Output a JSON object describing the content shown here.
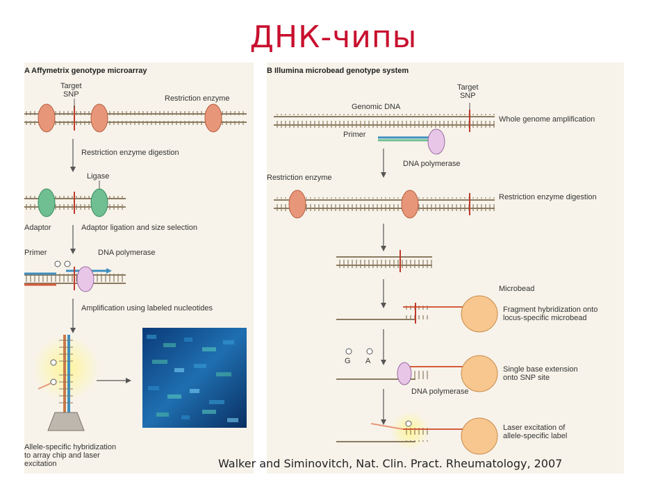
{
  "title": "ДНК-чипы",
  "panel_a": {
    "header": "A  Affymetrix genotype microarray",
    "target_snp": "Target\nSNP",
    "restriction_enzyme": "Restriction enzyme",
    "step_digestion": "Restriction enzyme digestion",
    "ligase": "Ligase",
    "adaptor": "Adaptor",
    "step_ligation": "Adaptor ligation and size selection",
    "primer": "Primer",
    "dna_polymerase": "DNA polymerase",
    "step_amplification": "Amplification using labeled nucleotides",
    "step_hybridization": "Allele-specific hybridization\nto array chip and laser\nexcitation"
  },
  "panel_b": {
    "header": "B  Illumina microbead genotype system",
    "target_snp": "Target\nSNP",
    "genomic_dna": "Genomic DNA",
    "step_wga": "Whole genome amplification",
    "primer": "Primer",
    "dna_polymerase_1": "DNA polymerase",
    "restriction_enzyme": "Restriction enzyme",
    "step_digestion": "Restriction enzyme digestion",
    "microbead": "Microbead",
    "step_fragment": "Fragment hybridization onto\nlocus-specific microbead",
    "base_g": "G",
    "base_a": "A",
    "step_extension": "Single base extension\nonto SNP site",
    "dna_polymerase_2": "DNA polymerase",
    "step_laser": "Laser excitation of\nallele-specific label"
  },
  "citation": "Walker and Siminovitch, Nat. Clin. Pract. Rheumatology, 2007",
  "colors": {
    "title": "#c8102e",
    "dna_strand": "#8a7a60",
    "enzyme": "#e8967a",
    "adaptor": "#6fbf93",
    "polymerase": "#e7c6e8",
    "primer": "#3f8fc0",
    "microbead": "#f7c78f",
    "snp": "#c0392b"
  }
}
